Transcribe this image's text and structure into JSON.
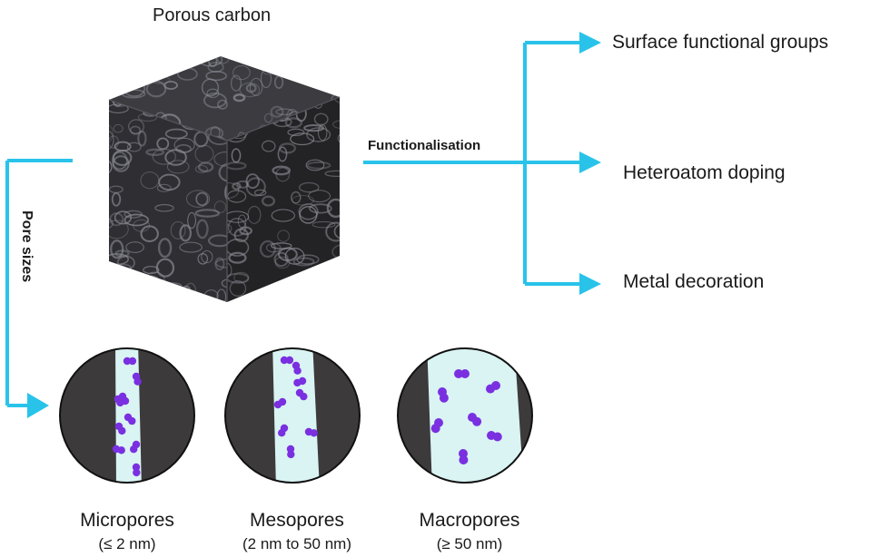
{
  "title": "Porous carbon",
  "functionalisation": {
    "label": "Functionalisation",
    "branches": [
      "Surface functional groups",
      "Heteroatom doping",
      "Metal decoration"
    ]
  },
  "pore_sizes": {
    "label": "Pore sizes",
    "items": [
      {
        "name": "Micropores",
        "range": "(≤ 2 nm)"
      },
      {
        "name": "Mesopores",
        "range": "(2 nm to 50 nm)"
      },
      {
        "name": "Macropores",
        "range": "(≥ 50 nm)"
      }
    ]
  },
  "colors": {
    "arrow": "#29c3ea",
    "cube_front": "#2f2f33",
    "cube_top": "#3b3b40",
    "cube_side": "#232326",
    "cube_texture": "#8d8d96",
    "pore_wall": "#3d3a3c",
    "pore_channel": "#d9f4f3",
    "molecule": "#7a30e0"
  }
}
